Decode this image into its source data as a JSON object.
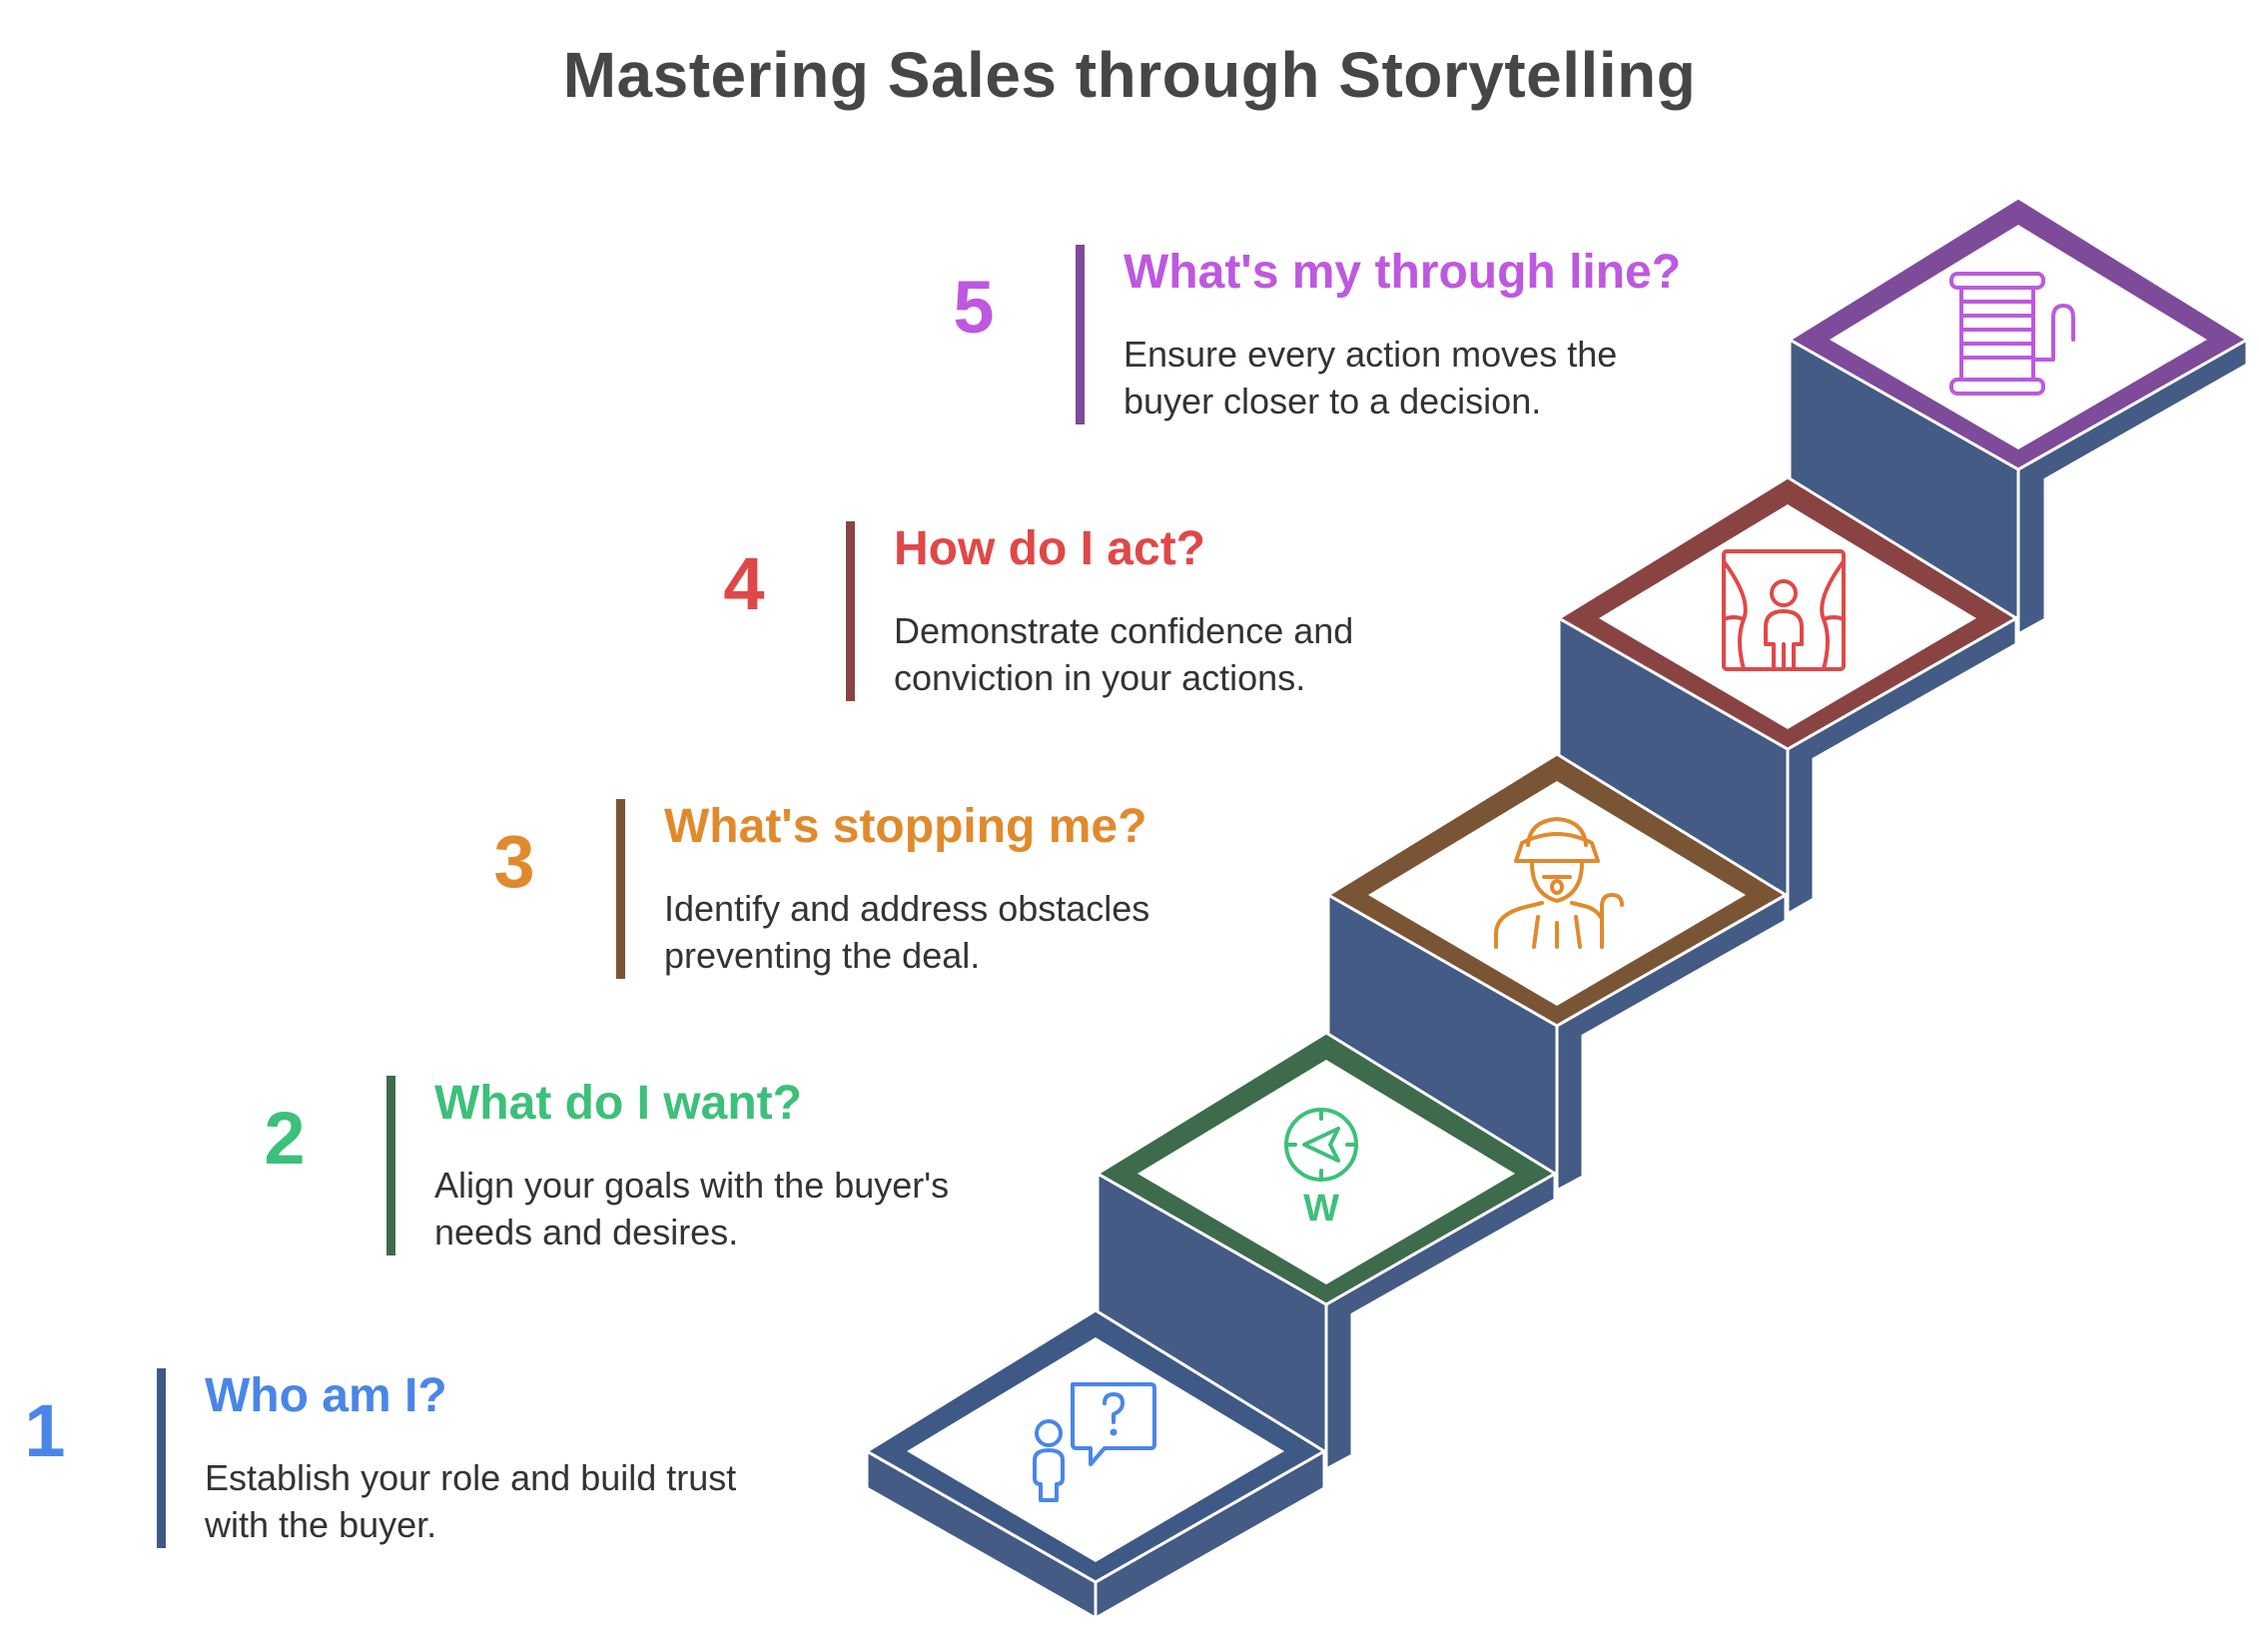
{
  "title": "Mastering Sales through Storytelling",
  "colors": {
    "stair_fill": "#435B85",
    "stair_edge": "#FFFFFF",
    "title": "#464646"
  },
  "steps": [
    {
      "number": "1",
      "heading": "Who am I?",
      "description": "Establish your role and build trust with the buyer.",
      "number_color": "#4A86E8",
      "heading_color": "#4A86E8",
      "bar_color": "#3E5986",
      "frame_color": "#3E5986",
      "icon": "person-question-icon",
      "icon_color": "#4A86E8"
    },
    {
      "number": "2",
      "heading": "What do I want?",
      "description": "Align your goals with the buyer's needs and desires.",
      "number_color": "#3CC07A",
      "heading_color": "#3CC07A",
      "bar_color": "#3E6B4C",
      "frame_color": "#3E6B4C",
      "icon": "compass-icon",
      "icon_color": "#3CC07A",
      "icon_label": "W"
    },
    {
      "number": "3",
      "heading": "What's stopping me?",
      "description": "Identify and address obstacles preventing the deal.",
      "number_color": "#E08A2C",
      "heading_color": "#E08A2C",
      "bar_color": "#7A5535",
      "frame_color": "#7A5535",
      "icon": "old-man-icon",
      "icon_color": "#E08A2C"
    },
    {
      "number": "4",
      "heading": "How do I act?",
      "description": "Demonstrate confidence and conviction in your actions.",
      "number_color": "#E04848",
      "heading_color": "#E04848",
      "bar_color": "#8A4343",
      "frame_color": "#8A4343",
      "icon": "theater-curtain-icon",
      "icon_color": "#E04848"
    },
    {
      "number": "5",
      "heading": "What's my through line?",
      "description": "Ensure every action moves the buyer closer to a decision.",
      "number_color": "#BE58E0",
      "heading_color": "#BE58E0",
      "bar_color": "#7E4A9A",
      "frame_color": "#7E4A9A",
      "icon": "thread-spool-icon",
      "icon_color": "#BE58E0"
    }
  ]
}
